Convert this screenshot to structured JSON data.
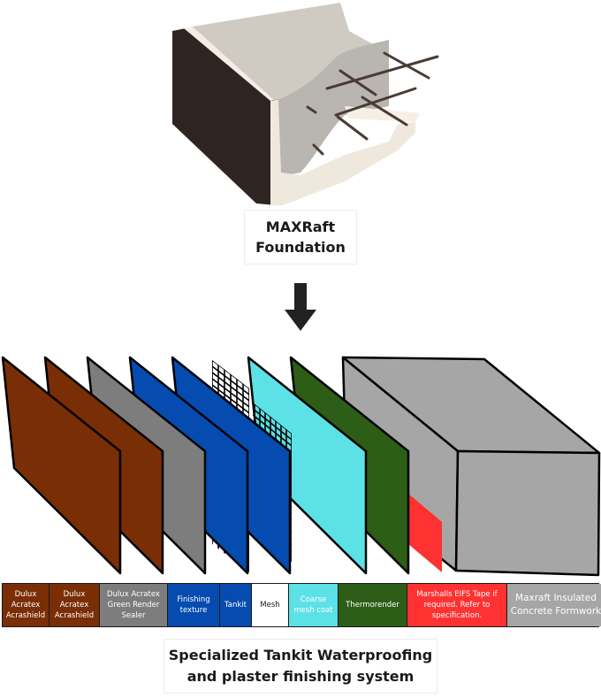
{
  "foundation": {
    "image_label": "concrete-foundation-cutaway",
    "caption_line1": "MAXRaft",
    "caption_line2": "Foundation"
  },
  "arrow": {
    "icon": "down-arrow-icon"
  },
  "layers": [
    {
      "name": "Dulux Acratex Acrashield",
      "color": "#7a2e05"
    },
    {
      "name": "Dulux Acratex Acrashield",
      "color": "#7a2e05"
    },
    {
      "name": "Dulux Acratex Green Render Sealer",
      "color": "#7d7d7d"
    },
    {
      "name": "Finishing texture",
      "color": "#054bb0"
    },
    {
      "name": "Tankit",
      "color": "#054bb0"
    },
    {
      "name": "Mesh",
      "color": "#ffffff"
    },
    {
      "name": "Coarse mesh coat",
      "color": "#5ce1e6"
    },
    {
      "name": "Thermorender",
      "color": "#2d5e17"
    },
    {
      "name": "Marshalls EIFS Tape if required. Refer to specification.",
      "color": "#ff3131"
    },
    {
      "name": "Maxraft Insulated Concrete Formwork",
      "color": "#a6a6a6"
    }
  ],
  "legend": [
    {
      "lines": [
        "Dulux",
        "Acratex",
        "Acrashield"
      ],
      "bg": "#7a2e05",
      "fg": "#ffffff"
    },
    {
      "lines": [
        "Dulux",
        "Acratex",
        "Acrashield"
      ],
      "bg": "#7a2e05",
      "fg": "#ffffff"
    },
    {
      "lines": [
        "Dulux Acratex",
        "Green Render",
        "Sealer"
      ],
      "bg": "#7d7d7d",
      "fg": "#ffffff"
    },
    {
      "lines": [
        "Finishing",
        "texture"
      ],
      "bg": "#054bb0",
      "fg": "#ffffff"
    },
    {
      "lines": [
        "Tankit"
      ],
      "bg": "#054bb0",
      "fg": "#ffffff"
    },
    {
      "lines": [
        "Mesh"
      ],
      "bg": "#ffffff",
      "fg": "#1a1a1a"
    },
    {
      "lines": [
        "Coarse",
        "mesh coat"
      ],
      "bg": "#5ce1e6",
      "fg": "#ffffff"
    },
    {
      "lines": [
        "Thermorender"
      ],
      "bg": "#2d5e17",
      "fg": "#ffffff"
    },
    {
      "lines": [
        "Marshalls EIFS Tape if",
        "required. Refer to",
        "specification."
      ],
      "bg": "#ff3131",
      "fg": "#ffffff"
    },
    {
      "lines": [
        "Maxraft Insulated",
        "Concrete Formwork"
      ],
      "bg": "#a6a6a6",
      "fg": "#ffffff"
    }
  ],
  "system": {
    "caption_line1": "Specialized Tankit Waterproofing",
    "caption_line2": "and plaster finishing system"
  }
}
